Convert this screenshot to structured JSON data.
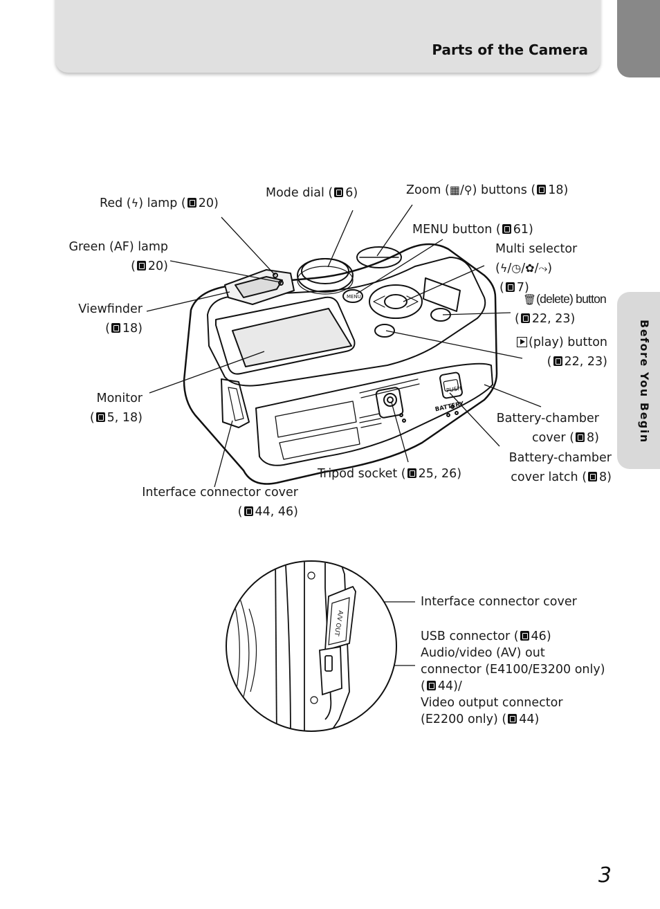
{
  "header": {
    "section_title": "Parts of the Camera"
  },
  "side_tab": {
    "label": "Before You Begin"
  },
  "page_number": "3",
  "callouts": {
    "red_lamp": {
      "pre": "Red (",
      "post": ") lamp (",
      "ref": "20)"
    },
    "mode_dial": {
      "pre": "Mode dial (",
      "ref": "6)"
    },
    "zoom": {
      "pre": "Zoom (",
      "post": ") buttons (",
      "ref": "18)"
    },
    "menu_button": {
      "pre": "MENU button (",
      "ref": "61)"
    },
    "green_lamp": {
      "line1": "Green (AF) lamp",
      "pre": "(",
      "ref": "20)"
    },
    "multi_selector": {
      "line1": "Multi selector",
      "line3_pre": "(",
      "line3_ref": "7)"
    },
    "delete_button": {
      "label": "(delete) button",
      "pre": "(",
      "ref": "22, 23)"
    },
    "viewfinder": {
      "line1": "Viewfinder",
      "pre": "(",
      "ref": "18)"
    },
    "play_button": {
      "label": "(play) button",
      "pre": "(",
      "ref": "22, 23)"
    },
    "monitor": {
      "line1": "Monitor",
      "pre": "(",
      "ref": "5, 18)"
    },
    "battery_cover": {
      "line1": "Battery-chamber",
      "pre": "cover (",
      "ref": "8)"
    },
    "battery_latch": {
      "line1": "Battery-chamber",
      "pre": "cover latch (",
      "ref": "8)"
    },
    "tripod": {
      "pre": "Tripod socket (",
      "ref": "25, 26)"
    },
    "interface_cover": {
      "line1": "Interface connector cover",
      "pre": "(",
      "ref": "44, 46)"
    }
  },
  "detail": {
    "interface_cover_label": "Interface connector cover",
    "usb": {
      "pre": "USB connector (",
      "ref": "46)"
    },
    "av_line1": "Audio/video (AV) out",
    "av_line2": "connector  (E4100/E3200  only)",
    "av_line3_pre": "(",
    "av_line3_ref": "44)/",
    "video_line1": "Video output connector",
    "video_line2_pre": "(E2200 only) (",
    "video_line2_ref": "44)"
  },
  "camera_markings": {
    "menu": "MENU",
    "push": "PUSH",
    "battery": "BATTERY",
    "av_out": "A/V OUT"
  }
}
